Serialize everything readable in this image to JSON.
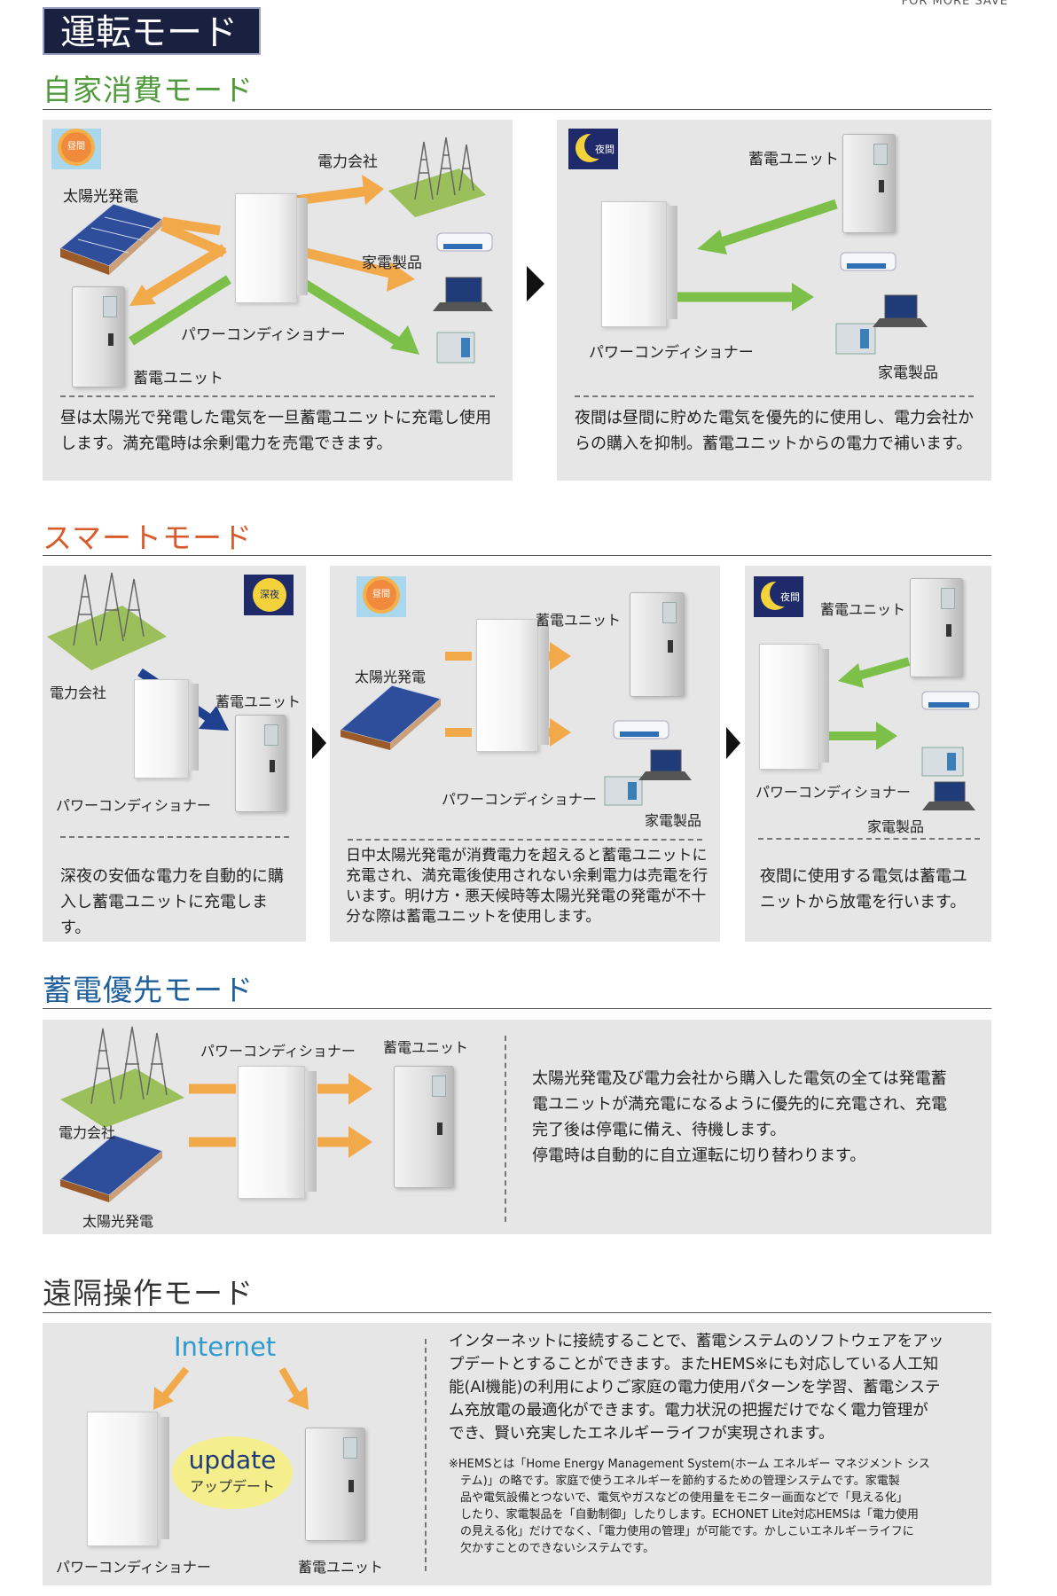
{
  "header": {
    "top_right": "FOR MORE SAVE",
    "title": "運転モード"
  },
  "colors": {
    "self": "#4f9a3c",
    "smart": "#d95a2b",
    "storage": "#1f5f9c",
    "remote": "#3a3a3a",
    "orange_arrow": "#f1a94a",
    "green_arrow": "#7cc04a",
    "blue_arrow": "#1f3f8f"
  },
  "self_mode": {
    "heading": "自家消費モード",
    "day": {
      "badge": "昼間",
      "labels": {
        "power_company": "電力会社",
        "solar": "太陽光発電",
        "appliances": "家電製品",
        "pcs": "パワーコンディショナー",
        "unit": "蓄電ユニット"
      },
      "desc": "昼は太陽光で発電した電気を一旦蓄電ユニットに充電し使用します。満充電時は余剰電力を売電できます。"
    },
    "night": {
      "badge": "夜間",
      "labels": {
        "unit": "蓄電ユニット",
        "pcs": "パワーコンディショナー",
        "appliances": "家電製品"
      },
      "desc": "夜間は昼間に貯めた電気を優先的に使用し、電力会社からの購入を抑制。蓄電ユニットからの電力で補います。"
    }
  },
  "smart_mode": {
    "heading": "スマートモード",
    "deep": {
      "badge": "深夜",
      "labels": {
        "power_company": "電力会社",
        "unit": "蓄電ユニット",
        "pcs": "パワーコンディショナー"
      },
      "desc": "深夜の安価な電力を自動的に購入し蓄電ユニットに充電します。"
    },
    "day": {
      "badge": "昼間",
      "labels": {
        "unit": "蓄電ユニット",
        "solar": "太陽光発電",
        "pcs": "パワーコンディショナー",
        "appliances": "家電製品"
      },
      "desc": "日中太陽光発電が消費電力を超えると蓄電ユニットに充電され、満充電後使用されない余剰電力は売電を行います。明け方・悪天候時等太陽光発電の発電が不十分な際は蓄電ユニットを使用します。"
    },
    "night": {
      "badge": "夜間",
      "labels": {
        "unit": "蓄電ユニット",
        "pcs": "パワーコンディショナー",
        "appliances": "家電製品"
      },
      "desc": "夜間に使用する電気は蓄電ユニットから放電を行います。"
    }
  },
  "storage_mode": {
    "heading": "蓄電優先モード",
    "labels": {
      "pcs": "パワーコンディショナー",
      "unit": "蓄電ユニット",
      "power_company": "電力会社",
      "solar": "太陽光発電"
    },
    "desc_lines": [
      "太陽光発電及び電力会社から購入した電気の全ては発電蓄",
      "電ユニットが満充電になるように優先的に充電され、充電",
      "完了後は停電に備え、待機します。",
      "停電時は自動的に自立運転に切り替わります。"
    ]
  },
  "remote_mode": {
    "heading": "遠隔操作モード",
    "internet": "Internet",
    "update": "update",
    "update_sub": "アップデート",
    "labels": {
      "pcs": "パワーコンディショナー",
      "unit": "蓄電ユニット"
    },
    "desc_lines": [
      "インターネットに接続することで、蓄電システムのソフトウェアをアッ",
      "プデートとすることができます。またHEMS※にも対応している人工知",
      "能(AI機能)の利用によりご家庭の電力使用パターンを学習、蓄電システ",
      "ム充放電の最適化ができます。電力状況の把握だけでなく電力管理が",
      "でき、賢い充実したエネルギーライフが実現されます。"
    ],
    "note_lines": [
      "※HEMSとは「Home Energy Management System(ホーム エネルギー マネジメント シス",
      "　テム)」の略です。家庭で使うエネルギーを節約するための管理システムです。家電製",
      "　品や電気設備とつないで、電気やガスなどの使用量をモニター画面などで「見える化」",
      "　したり、家電製品を「自動制御」したりします。ECHONET Lite対応HEMSは「電力使用",
      "　の見える化」だけでなく、「電力使用の管理」が可能です。かしこいエネルギーライフに",
      "　欠かすことのできないシステムです。"
    ]
  }
}
